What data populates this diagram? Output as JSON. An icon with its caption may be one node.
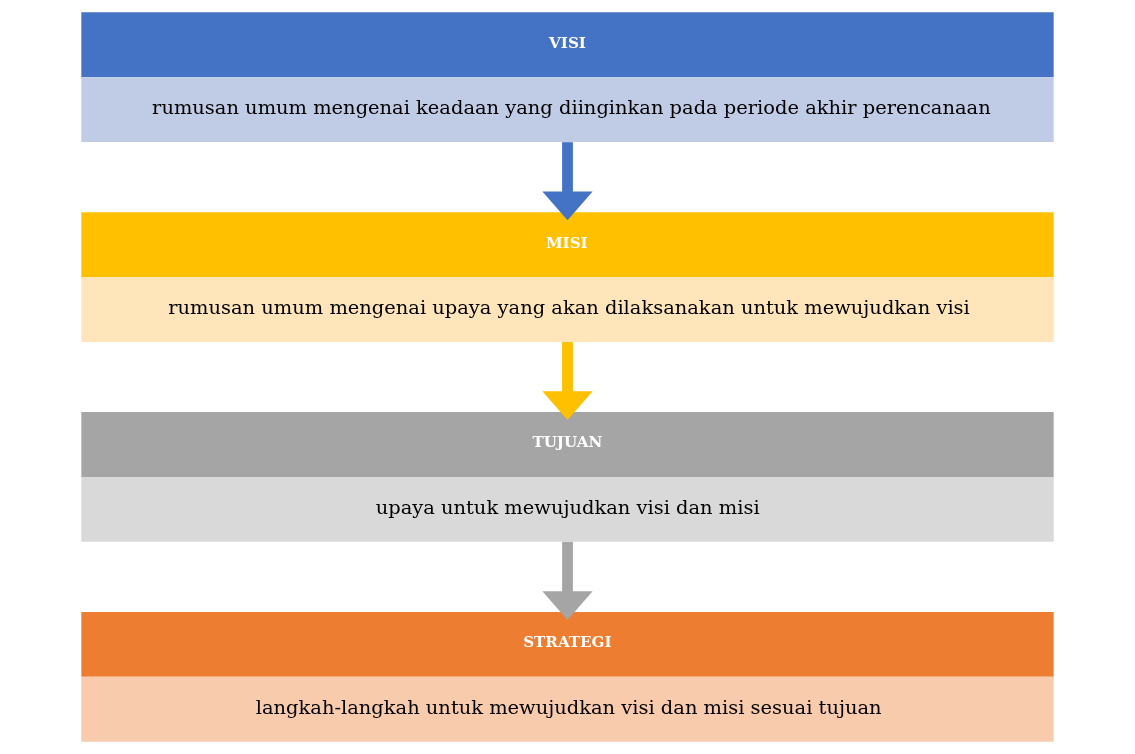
{
  "diagram": {
    "nodes": [
      {
        "text": [
          "VISI",
          "rumusan umum mengenai keadaan yang diinginkan pada periode akhir perencanaan"
        ]
      },
      {
        "text": [
          "MISI",
          "rumusan umum mengenai upaya yang akan dilaksanakan untuk mewujudkan visi"
        ]
      },
      {
        "text": [
          "TUJUAN",
          "upaya untuk mewujudkan visi dan misi"
        ]
      },
      {
        "text": [
          "STRATEGI",
          "langkah-langkah untuk mewujudkan visi dan misi sesuai tujuan"
        ]
      }
    ],
    "edges": [
      {
        "from": 0,
        "to": 1,
        "arrow": "to",
        "color": "#4472c4"
      },
      {
        "from": 1,
        "to": 2,
        "arrow": "to",
        "color": "#ffc000"
      },
      {
        "from": 2,
        "to": 3,
        "arrow": "to",
        "color": "#a5a5a5"
      }
    ]
  }
}
